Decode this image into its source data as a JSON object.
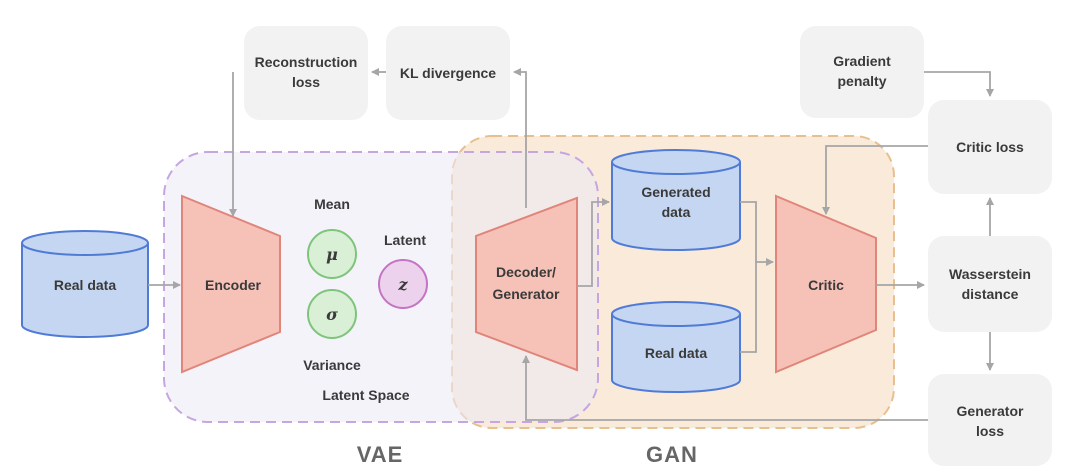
{
  "nodes": {
    "real_data_left": "Real data",
    "encoder": "Encoder",
    "mean": "Mean",
    "mu": "μ",
    "sigma": "σ",
    "variance": "Variance",
    "latent": "Latent",
    "z": "z",
    "latent_space": "Latent Space",
    "decoder_line1": "Decoder/",
    "decoder_line2": "Generator",
    "generated_line1": "Generated",
    "generated_line2": "data",
    "real_data_right": "Real data",
    "critic": "Critic",
    "recon_line1": "Reconstruction",
    "recon_line2": "loss",
    "kl": "KL divergence",
    "gp_line1": "Gradient",
    "gp_line2": "penalty",
    "critic_loss": "Critic loss",
    "wd_line1": "Wasserstein",
    "wd_line2": "distance",
    "gl_line1": "Generator",
    "gl_line2": "loss"
  },
  "groups": {
    "vae": "VAE",
    "gan": "GAN"
  },
  "colors": {
    "cylinder_fill": "#c5d6f2",
    "cylinder_stroke": "#4f7bd6",
    "trap_fill": "#f6c2b8",
    "trap_stroke": "#e0857a",
    "circle_green_fill": "#d9efd6",
    "circle_green_stroke": "#7ec47a",
    "circle_purple_fill": "#ecd2ec",
    "circle_purple_stroke": "#c474c4",
    "vae_region_fill": "#f3f1fa",
    "vae_region_stroke": "#c5a6e0",
    "gan_region_fill": "#f8e6d4",
    "gan_region_stroke": "#e8bf8e",
    "box_fill": "#f2f2f2",
    "arrow": "#a6a6a6"
  }
}
